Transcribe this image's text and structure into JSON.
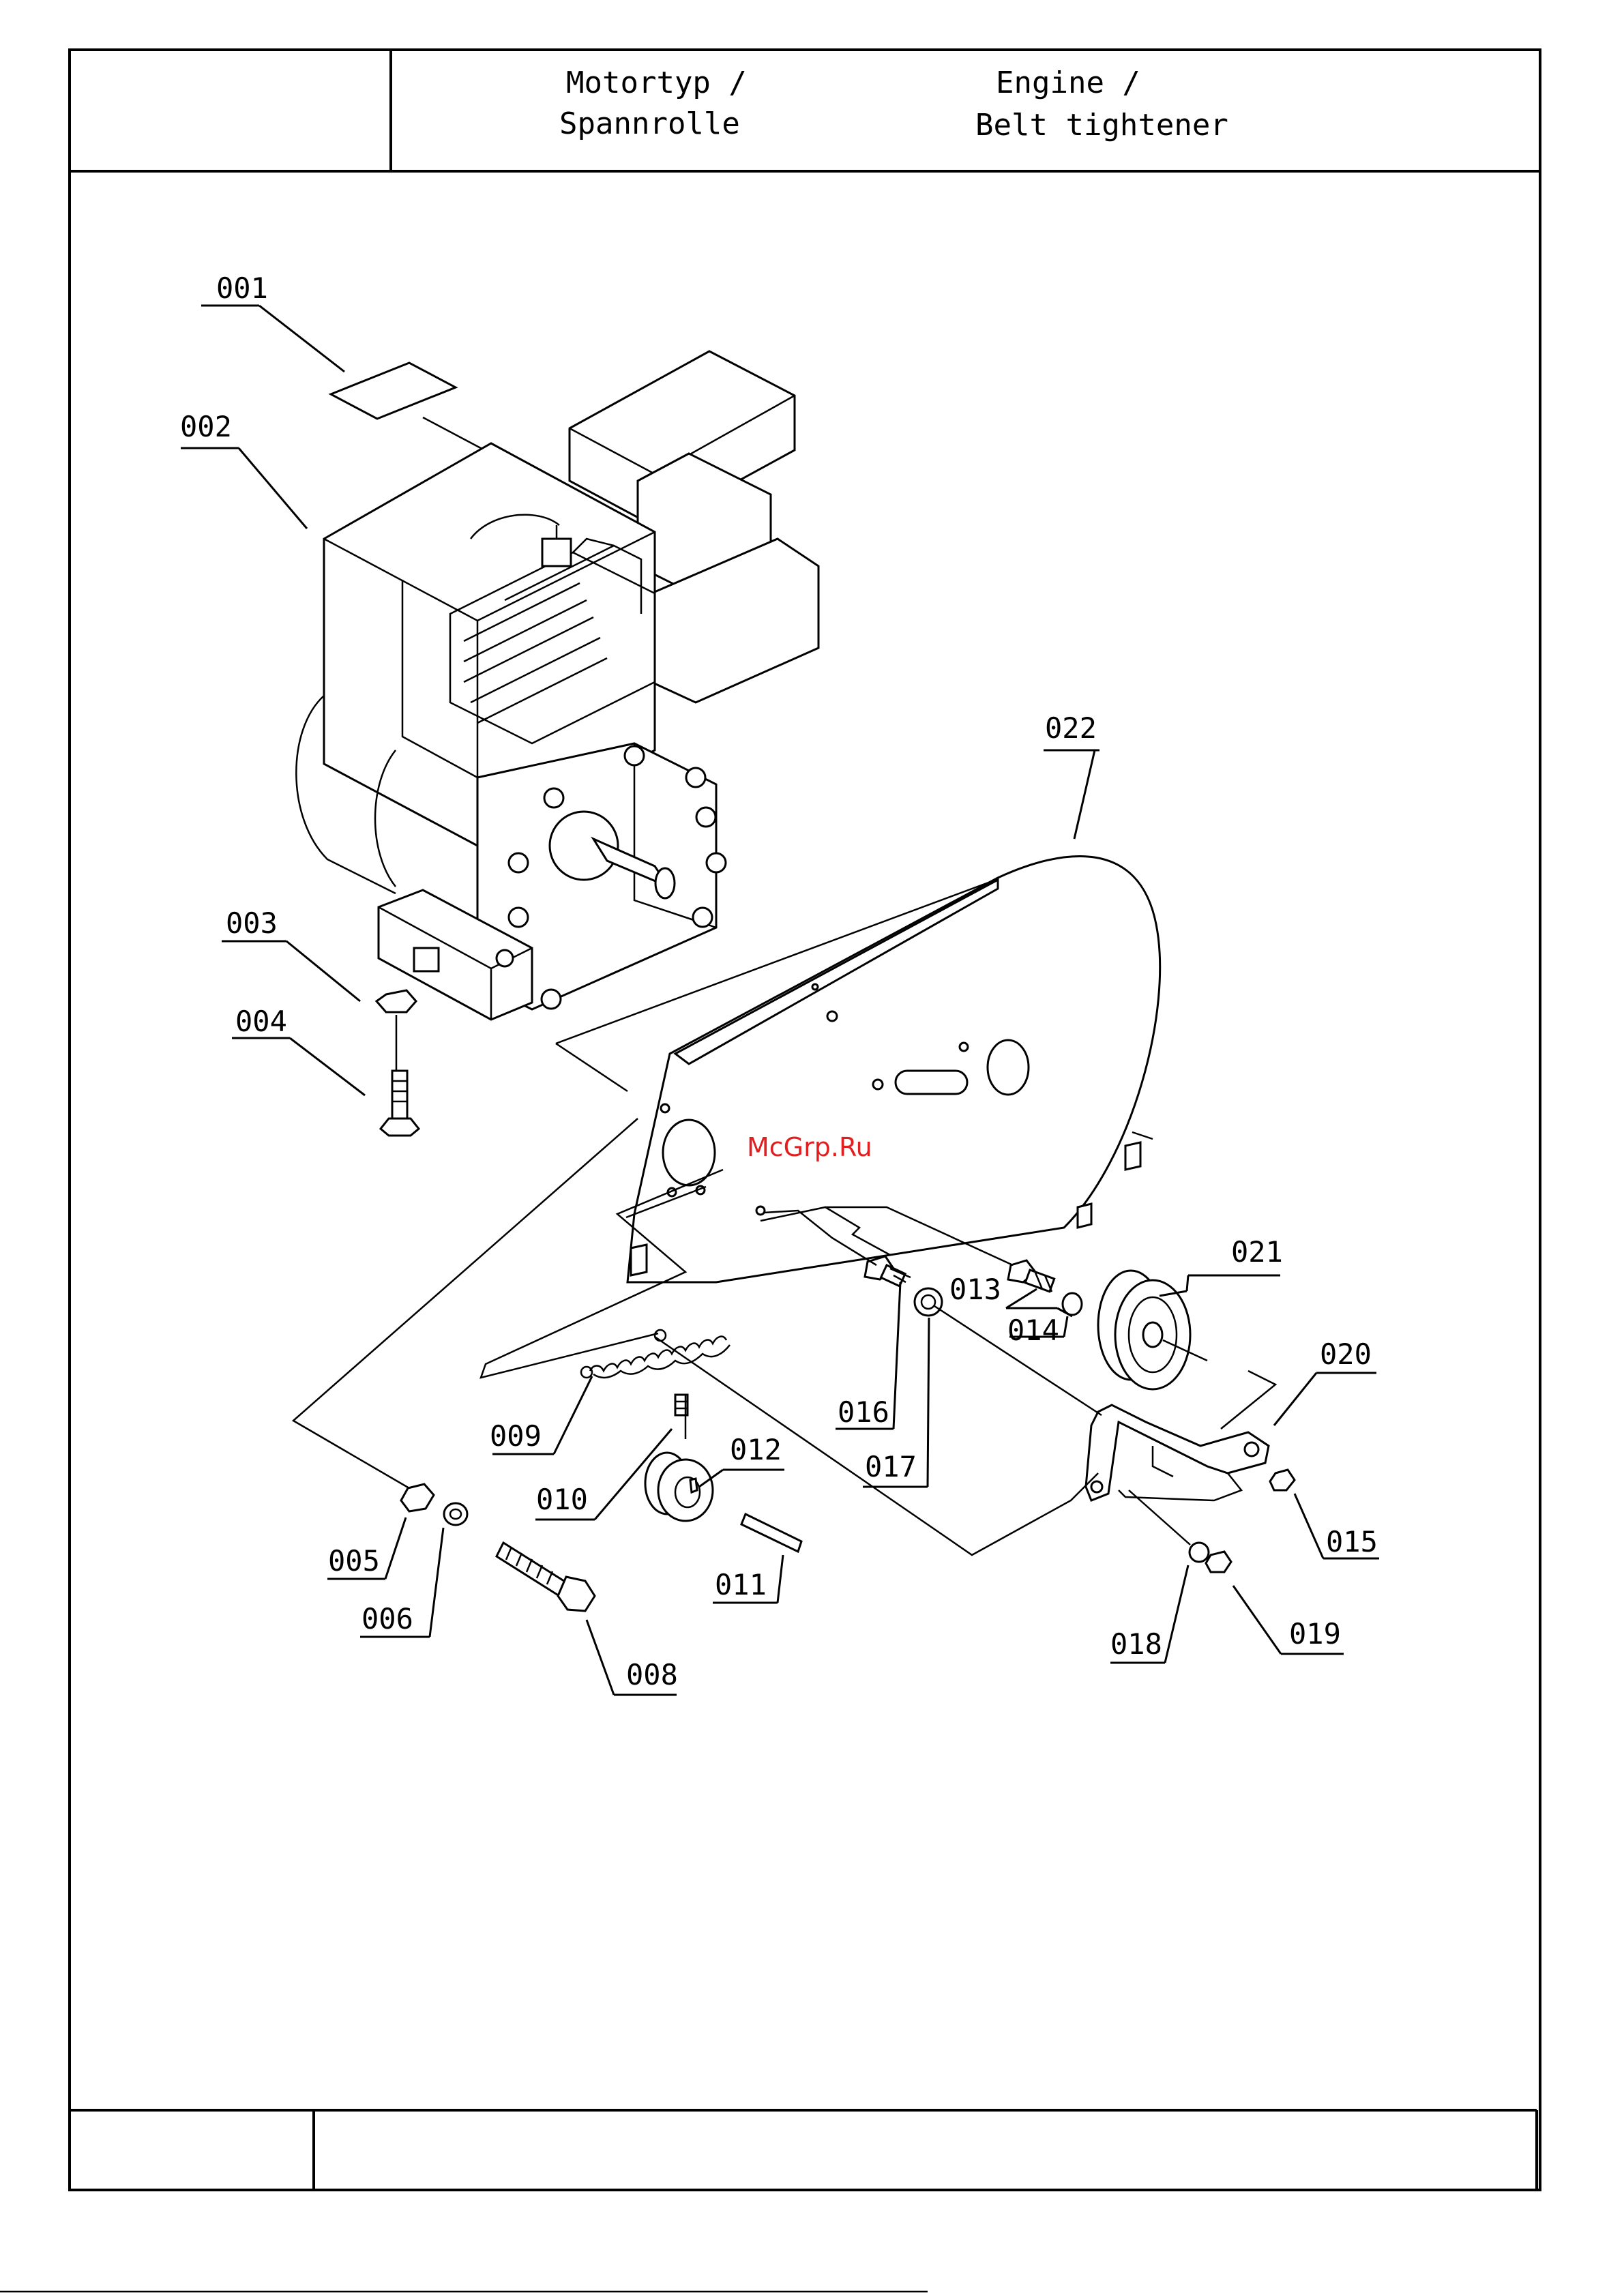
{
  "header": {
    "left_line1": "Motortyp  /",
    "left_line2": "Spannrolle",
    "right_line1": "Engine  /",
    "right_line2": "Belt  tightener"
  },
  "watermark": "McGrp.Ru",
  "part_labels": [
    "001",
    "002",
    "003",
    "004",
    "005",
    "006",
    "008",
    "009",
    "010",
    "011",
    "012",
    "013",
    "014",
    "015",
    "016",
    "017",
    "018",
    "019",
    "020",
    "021",
    "022"
  ]
}
